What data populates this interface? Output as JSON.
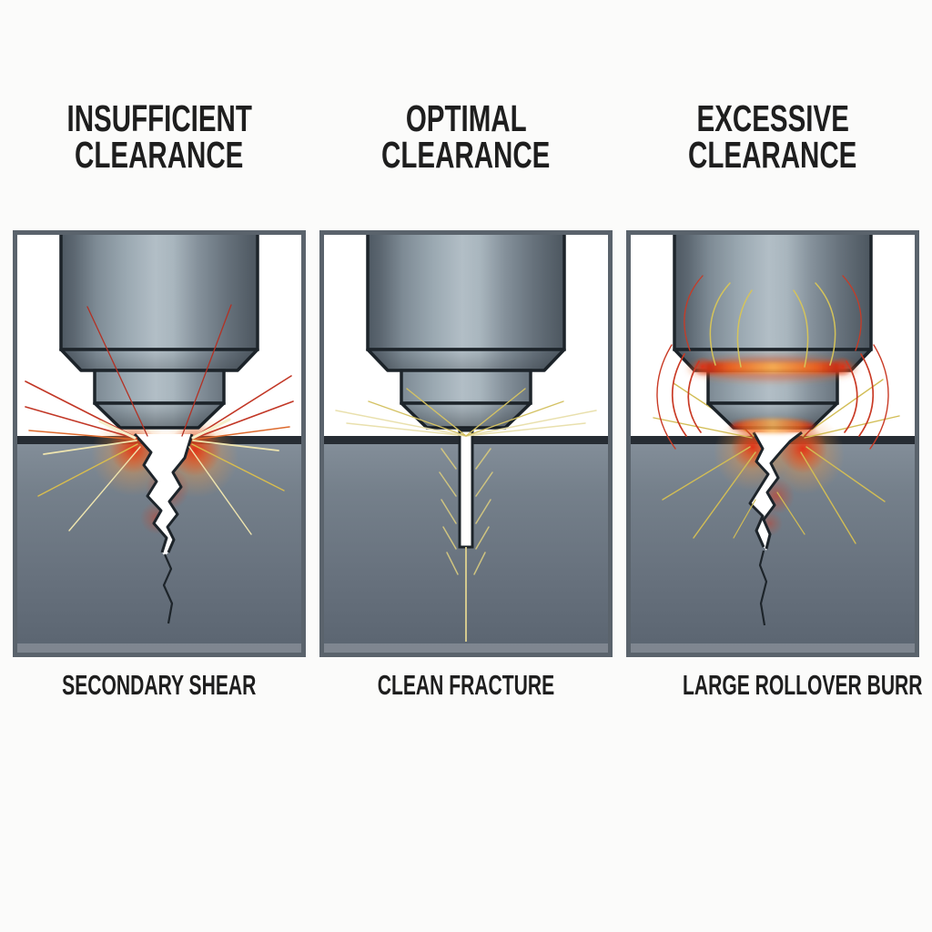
{
  "diagram": {
    "subject": "punch-and-die-clearance-comparison",
    "panels": [
      {
        "id": "insufficient-clearance",
        "title_line1": "INSUFFICIENT",
        "title_line2": "CLEARANCE",
        "caption": "SECONDARY SHEAR"
      },
      {
        "id": "optimal-clearance",
        "title_line1": "OPTIMAL",
        "title_line2": "CLEARANCE",
        "caption": "CLEAN FRACTURE"
      },
      {
        "id": "excessive-clearance",
        "title_line1": "EXCESSIVE",
        "title_line2": "CLEARANCE",
        "caption": "LARGE ROLLOVER BURR"
      }
    ],
    "colors": {
      "background": "#fbfbfa",
      "text": "#1e1e1e",
      "panel_border": "#5a636c",
      "panel_interior": "#ffffff",
      "outline": "#1d242a",
      "material_light": "#85909b",
      "material_dark": "#5a6470",
      "material_top_edge": "#262c33",
      "punch_highlight": "#b2bec6",
      "punch_shadow": "#4e5862",
      "spark_red": "#c23726",
      "spark_orange": "#dd6a2d",
      "spark_yellow": "#d9bd4e",
      "spark_pale": "#efe5af",
      "glow_red": "#e63c19",
      "glow_orange": "#f58c32",
      "hot_band_center": "#faaf50"
    }
  }
}
